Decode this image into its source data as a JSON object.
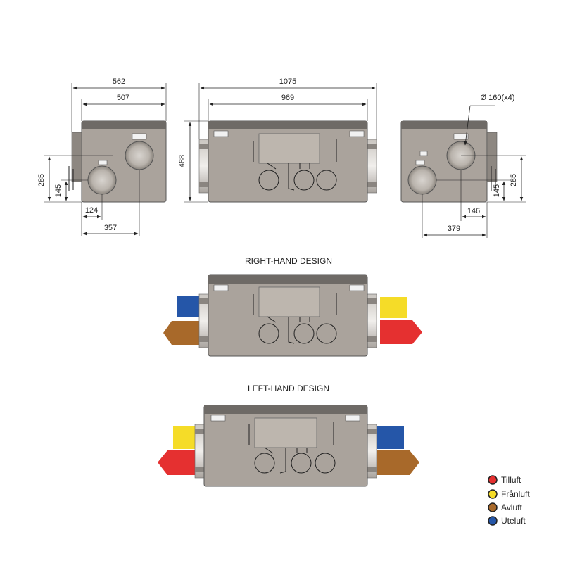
{
  "dimensions": {
    "side_left": {
      "overall_width": "562",
      "body_width": "507",
      "height_upper": "285",
      "height_lower": "145",
      "offset_small": "124",
      "offset_large": "357"
    },
    "front": {
      "overall_width": "1075",
      "body_width": "969",
      "height": "488"
    },
    "side_right": {
      "duct_note": "Ø 160(x4)",
      "height_upper": "285",
      "height_lower": "145",
      "offset_small": "146",
      "offset_large": "379"
    }
  },
  "designs": {
    "right_hand": {
      "title": "RIGHT-HAND DESIGN"
    },
    "left_hand": {
      "title": "LEFT-HAND DESIGN"
    }
  },
  "legend": [
    {
      "label": "Tilluft",
      "color": "#e53030"
    },
    {
      "label": "Frånluft",
      "color": "#f5dc28"
    },
    {
      "label": "Avluft",
      "color": "#a8692a"
    },
    {
      "label": "Uteluft",
      "color": "#2556a8"
    }
  ],
  "colors": {
    "supply": "#e53030",
    "extract": "#f5dc28",
    "exhaust": "#a8692a",
    "outdoor": "#2556a8",
    "casing": "#aaa39c"
  }
}
